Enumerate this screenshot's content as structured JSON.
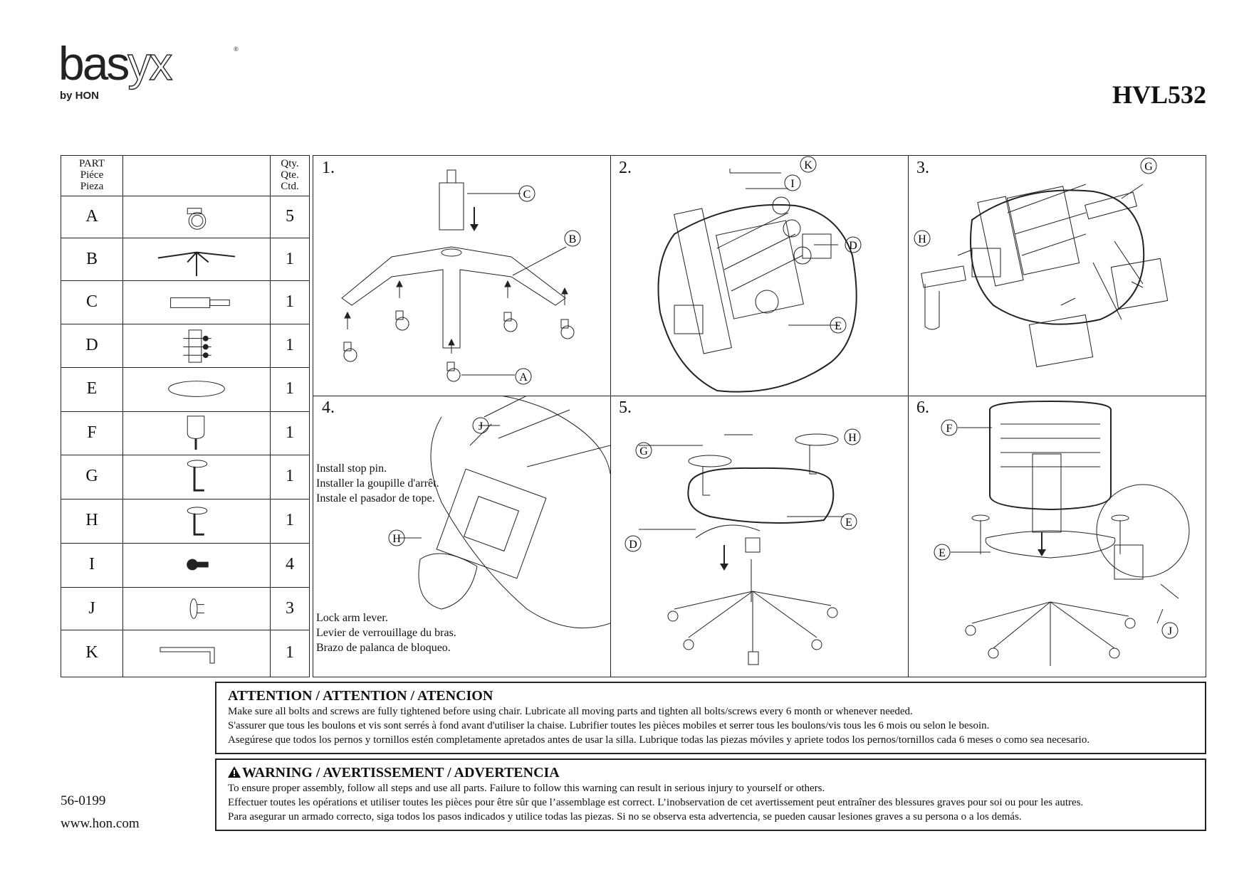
{
  "brand": {
    "name": "basyx",
    "byline": "by HON",
    "trademark": "®"
  },
  "model": "HVL532",
  "parts": {
    "header": {
      "part": [
        "PART",
        "Piéce",
        "Pieza"
      ],
      "qty": [
        "Qty.",
        "Qte.",
        "Ctd."
      ]
    },
    "rows": [
      {
        "letter": "A",
        "qty": "5",
        "icon": "caster-icon"
      },
      {
        "letter": "B",
        "qty": "1",
        "icon": "base-icon"
      },
      {
        "letter": "C",
        "qty": "1",
        "icon": "gas-cylinder-icon"
      },
      {
        "letter": "D",
        "qty": "1",
        "icon": "mechanism-icon"
      },
      {
        "letter": "E",
        "qty": "1",
        "icon": "seat-icon"
      },
      {
        "letter": "F",
        "qty": "1",
        "icon": "back-icon"
      },
      {
        "letter": "G",
        "qty": "1",
        "icon": "left-arm-icon"
      },
      {
        "letter": "H",
        "qty": "1",
        "icon": "right-arm-icon"
      },
      {
        "letter": "I",
        "qty": "4",
        "icon": "bolt-icon"
      },
      {
        "letter": "J",
        "qty": "3",
        "icon": "stop-pin-icon"
      },
      {
        "letter": "K",
        "qty": "1",
        "icon": "allen-key-icon"
      }
    ]
  },
  "steps": [
    {
      "number": "1.",
      "labels": [
        "C",
        "B",
        "A"
      ]
    },
    {
      "number": "2.",
      "labels": [
        "K",
        "I",
        "D",
        "E"
      ]
    },
    {
      "number": "3.",
      "labels": [
        "G",
        "H"
      ]
    },
    {
      "number": "4.",
      "labels": [
        "J",
        "H"
      ],
      "caption_top": [
        "Install stop pin.",
        "Installer la goupille d'arrêt.",
        "Instale el pasador de tope."
      ],
      "caption_bottom": [
        "Lock arm lever.",
        "Levier de verrouillage du bras.",
        "Brazo de palanca de bloqueo."
      ]
    },
    {
      "number": "5.",
      "labels": [
        "G",
        "H",
        "E",
        "D"
      ]
    },
    {
      "number": "6.",
      "labels": [
        "F",
        "E",
        "J"
      ]
    }
  ],
  "attention": {
    "title": "ATTENTION / ATTENTION / ATENCION",
    "lines": [
      "Make sure all bolts and screws are fully tightened before using chair. Lubricate all moving parts and tighten all bolts/screws every 6 month or whenever needed.",
      "S'assurer que tous les boulons et vis sont serrés à fond avant d'utiliser la chaise. Lubrifier toutes les pièces mobiles et serrer tous les boulons/vis tous les 6 mois ou selon le besoin.",
      "Asegúrese que todos los pernos y tornillos estén completamente apretados antes de usar la silla. Lubrique todas las piezas móviles y apriete todos los pernos/tornillos cada 6 meses o como sea necesario."
    ]
  },
  "warning": {
    "title": "WARNING / AVERTISSEMENT / ADVERTENCIA",
    "icon": "warning-triangle-icon",
    "lines": [
      "To ensure proper assembly, follow all steps and use all parts. Failure to follow this warning can result in serious injury to yourself or others.",
      "Effectuer toutes les opérations et utiliser toutes les pièces pour être sûr que l’assemblage est correct. L’inobservation de cet avertissement peut entraîner des blessures graves pour soi ou pour les autres.",
      "Para asegurar un armado correcto, siga todos los pasos indicados y utilice todas las piezas. Si no se observa esta advertencia, se pueden causar lesiones graves a su persona o a los demás."
    ]
  },
  "footer": {
    "doc_number": "56-0199",
    "url": "www.hon.com"
  }
}
